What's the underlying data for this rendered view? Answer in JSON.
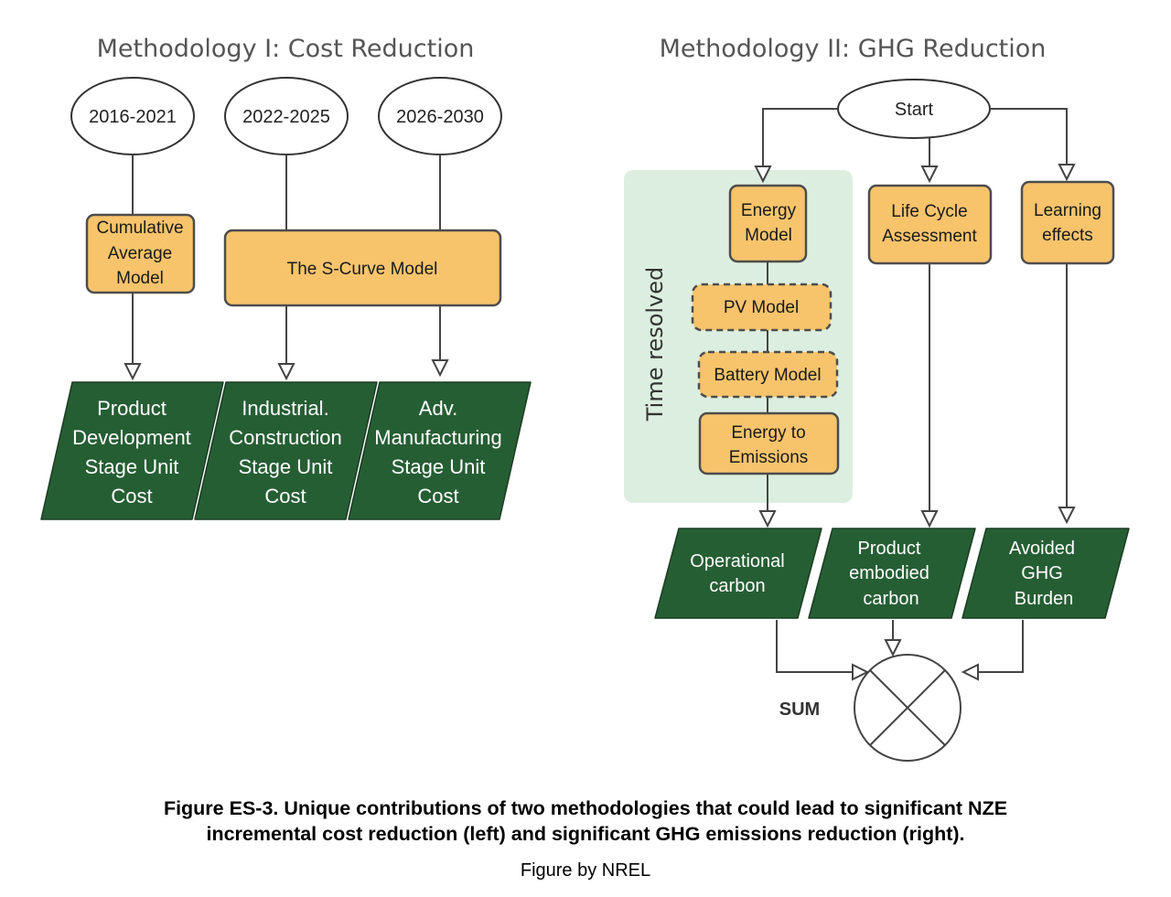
{
  "left": {
    "heading": "Methodology I: Cost Reduction",
    "periods": [
      "2016-2021",
      "2022-2025",
      "2026-2030"
    ],
    "models": {
      "cumulative": [
        "Cumulative",
        "Average",
        "Model"
      ],
      "s_curve": "The S-Curve Model"
    },
    "outputs": {
      "product_dev": [
        "Product",
        "Development",
        "Stage Unit",
        "Cost"
      ],
      "industrial": [
        "Industrial.",
        "Construction",
        "Stage Unit",
        "Cost"
      ],
      "manufacturing": [
        "Adv.",
        "Manufacturing",
        "Stage Unit",
        "Cost"
      ]
    }
  },
  "right": {
    "heading": "Methodology II: GHG Reduction",
    "start": "Start",
    "time_resolved": "Time resolved",
    "energy_model": [
      "Energy",
      "Model"
    ],
    "pv_model": "PV Model",
    "battery_model": "Battery Model",
    "energy_to_emissions": [
      "Energy to",
      "Emissions"
    ],
    "lca": [
      "Life Cycle",
      "Assessment"
    ],
    "learning": [
      "Learning",
      "effects"
    ],
    "outputs": {
      "operational": [
        "Operational",
        "carbon"
      ],
      "embodied": [
        "Product",
        "embodied",
        "carbon"
      ],
      "avoided": [
        "Avoided",
        "GHG",
        "Burden"
      ]
    },
    "sum_label": "SUM"
  },
  "caption": {
    "line1": "Figure ES-3. Unique contributions of two methodologies that could lead to significant NZE",
    "line2": "incremental cost reduction (left) and significant GHG emissions reduction (right).",
    "credit": "Figure by NREL"
  },
  "colors": {
    "orange_fill": "#F7C46C",
    "orange_stroke": "#4d4d4d",
    "green_fill": "#265E34",
    "panel_fill": "#DCEEDF",
    "line": "#444444"
  }
}
